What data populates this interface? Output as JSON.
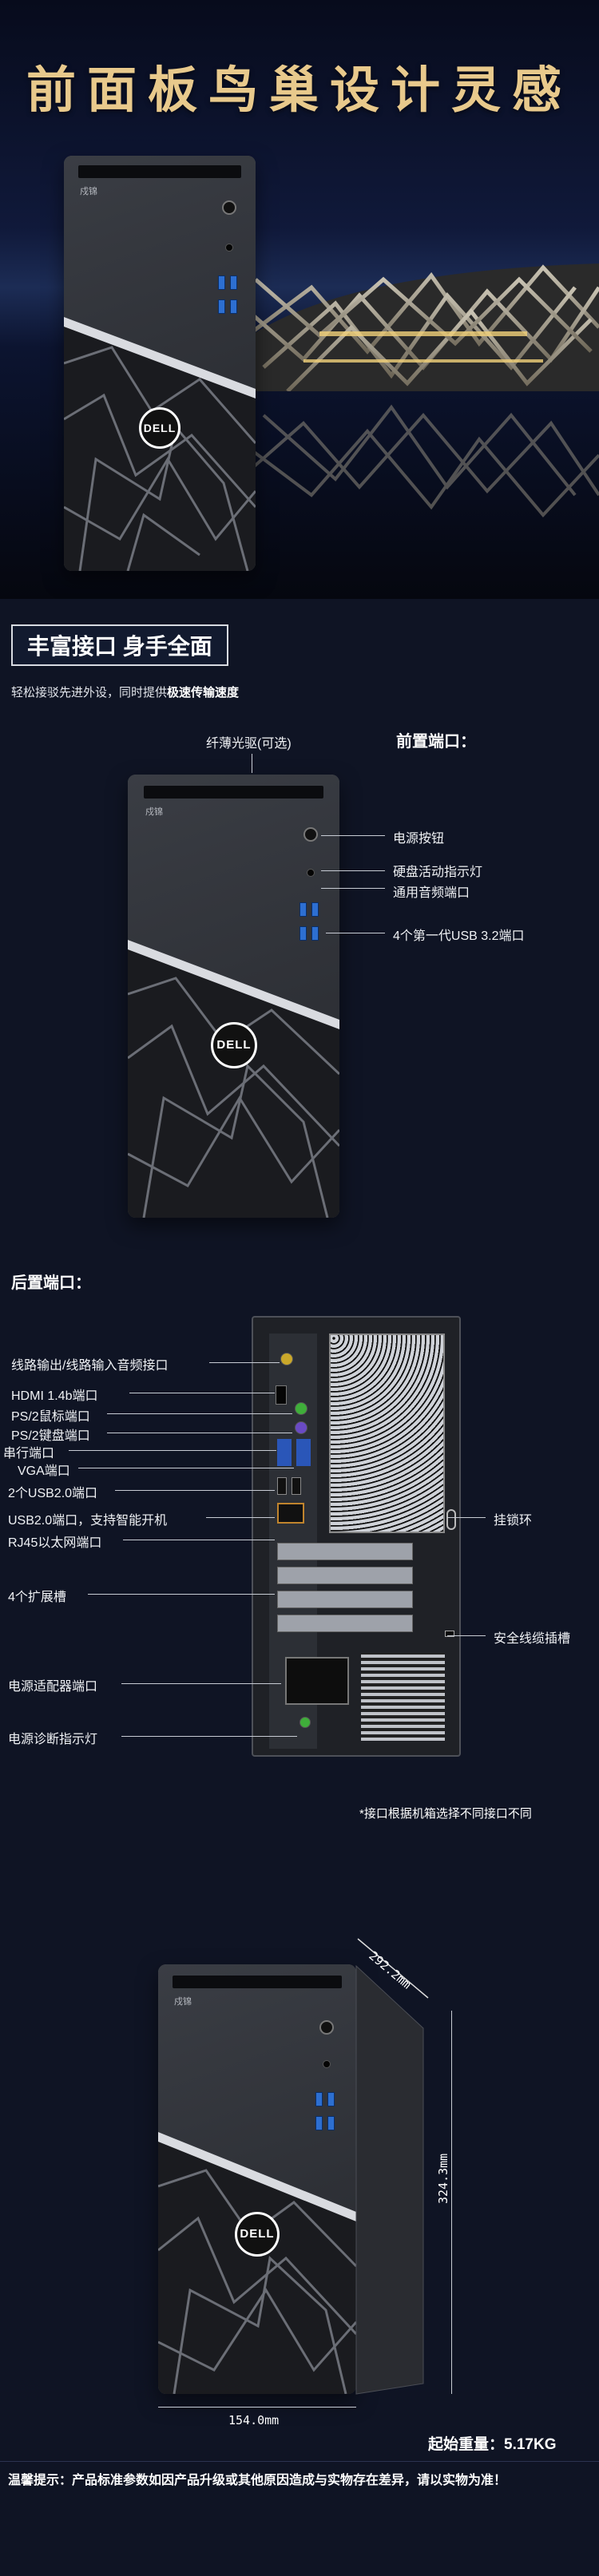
{
  "hero": {
    "title": "前面板鸟巢设计灵感"
  },
  "brand_mark": "戍锦",
  "logo": "DELL",
  "section1": {
    "tag": "丰富接口 身手全面",
    "subtitle_pre": "轻松接驳先进外设，同时提供",
    "subtitle_bold": "极速传输速度"
  },
  "front": {
    "optical_label": "纤薄光驱(可选)",
    "heading": "前置端口：",
    "ports": [
      "电源按钮",
      "硬盘活动指示灯",
      "通用音频端口",
      "4个第一代USB 3.2端口"
    ]
  },
  "rear": {
    "heading": "后置端口：",
    "left_ports": [
      "线路输出/线路输入音频接口",
      "HDMI 1.4b端口",
      "PS/2鼠标端口",
      "PS/2键盘端口",
      "串行端口",
      "VGA端口",
      "2个USB2.0端口",
      "USB2.0端口，支持智能开机",
      "RJ45以太网端口",
      "4个扩展槽",
      "电源适配器端口",
      "电源诊断指示灯"
    ],
    "right_ports": [
      "挂锁环",
      "安全线缆插槽"
    ],
    "note": "*接口根据机箱选择不同接口不同"
  },
  "dimensions": {
    "depth": "292.2mm",
    "height": "324.3mm",
    "width": "154.0mm"
  },
  "weight": "起始重量：5.17KG",
  "tip": "温馨提示：产品标准参数如因产品升级或其他原因造成与实物存在差异，请以实物为准！",
  "colors": {
    "background": "#0f1424",
    "title_gold": "#e8c98c",
    "usb_blue": "#2d6fd1"
  }
}
